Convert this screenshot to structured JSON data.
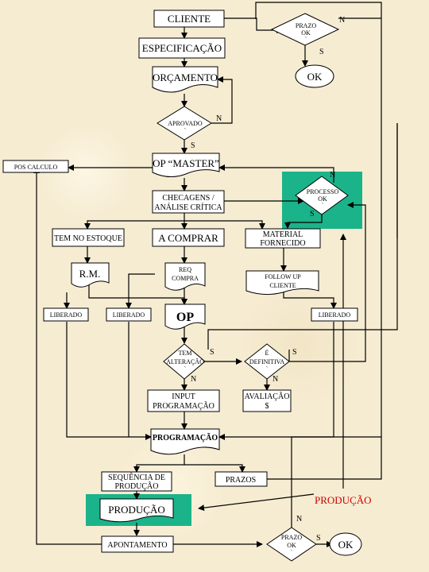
{
  "nodes": {
    "cliente": "CLIENTE",
    "especificacao": "ESPECIFICAÇÃO",
    "prazo_ok_top": [
      "PRAZO",
      "OK",
      "`"
    ],
    "ok_top": "OK",
    "orcamento": "ORÇAMENTO",
    "aprovado": [
      "APROVADO",
      "`"
    ],
    "pos_calculo": "POS CALCULO",
    "op_master": "OP “MASTER”",
    "processo_ok": [
      "PROCESSO",
      "OK",
      "`"
    ],
    "checagens": [
      "CHECAGENS /",
      "ANÁLISE CRÍTICA"
    ],
    "tem_no_estoque": "TEM NO ESTOQUE",
    "a_comprar": "A COMPRAR",
    "material_fornecido": [
      "MATERIAL",
      "FORNECIDO"
    ],
    "rm": "R.M.",
    "req_compra": [
      "REQ",
      "COMPRA"
    ],
    "follow_up": [
      "FOLLOW UP",
      "CLIENTE"
    ],
    "liberado": "LIBERADO",
    "op": "OP",
    "tem_alteracao": [
      "TEM",
      "ALTERAÇÃO",
      "`"
    ],
    "e_definitiva": [
      "É",
      "DEFINITIVA",
      "`"
    ],
    "input_programacao": [
      "INPUT",
      "PROGRAMAÇÃO"
    ],
    "avaliacao": [
      "AVALIAÇÃO",
      "$"
    ],
    "programacao": "PROGRAMAÇÃO",
    "sequencia": [
      "SEQUÊNCIA DE",
      "PRODUÇÃO"
    ],
    "prazos": "PRAZOS",
    "producao": "PRODUÇÃO",
    "producao_label": "PRODUÇÃO",
    "apontamento": "APONTAMENTO",
    "prazo_ok_bottom": [
      "PRAZO",
      "OK",
      "`"
    ],
    "ok_bottom": "OK"
  },
  "edge_labels": {
    "yes": "S",
    "no": "N"
  },
  "colors": {
    "highlight": "#1bb38a",
    "accent_text": "#cc0000",
    "background": "#f6ecd2"
  }
}
